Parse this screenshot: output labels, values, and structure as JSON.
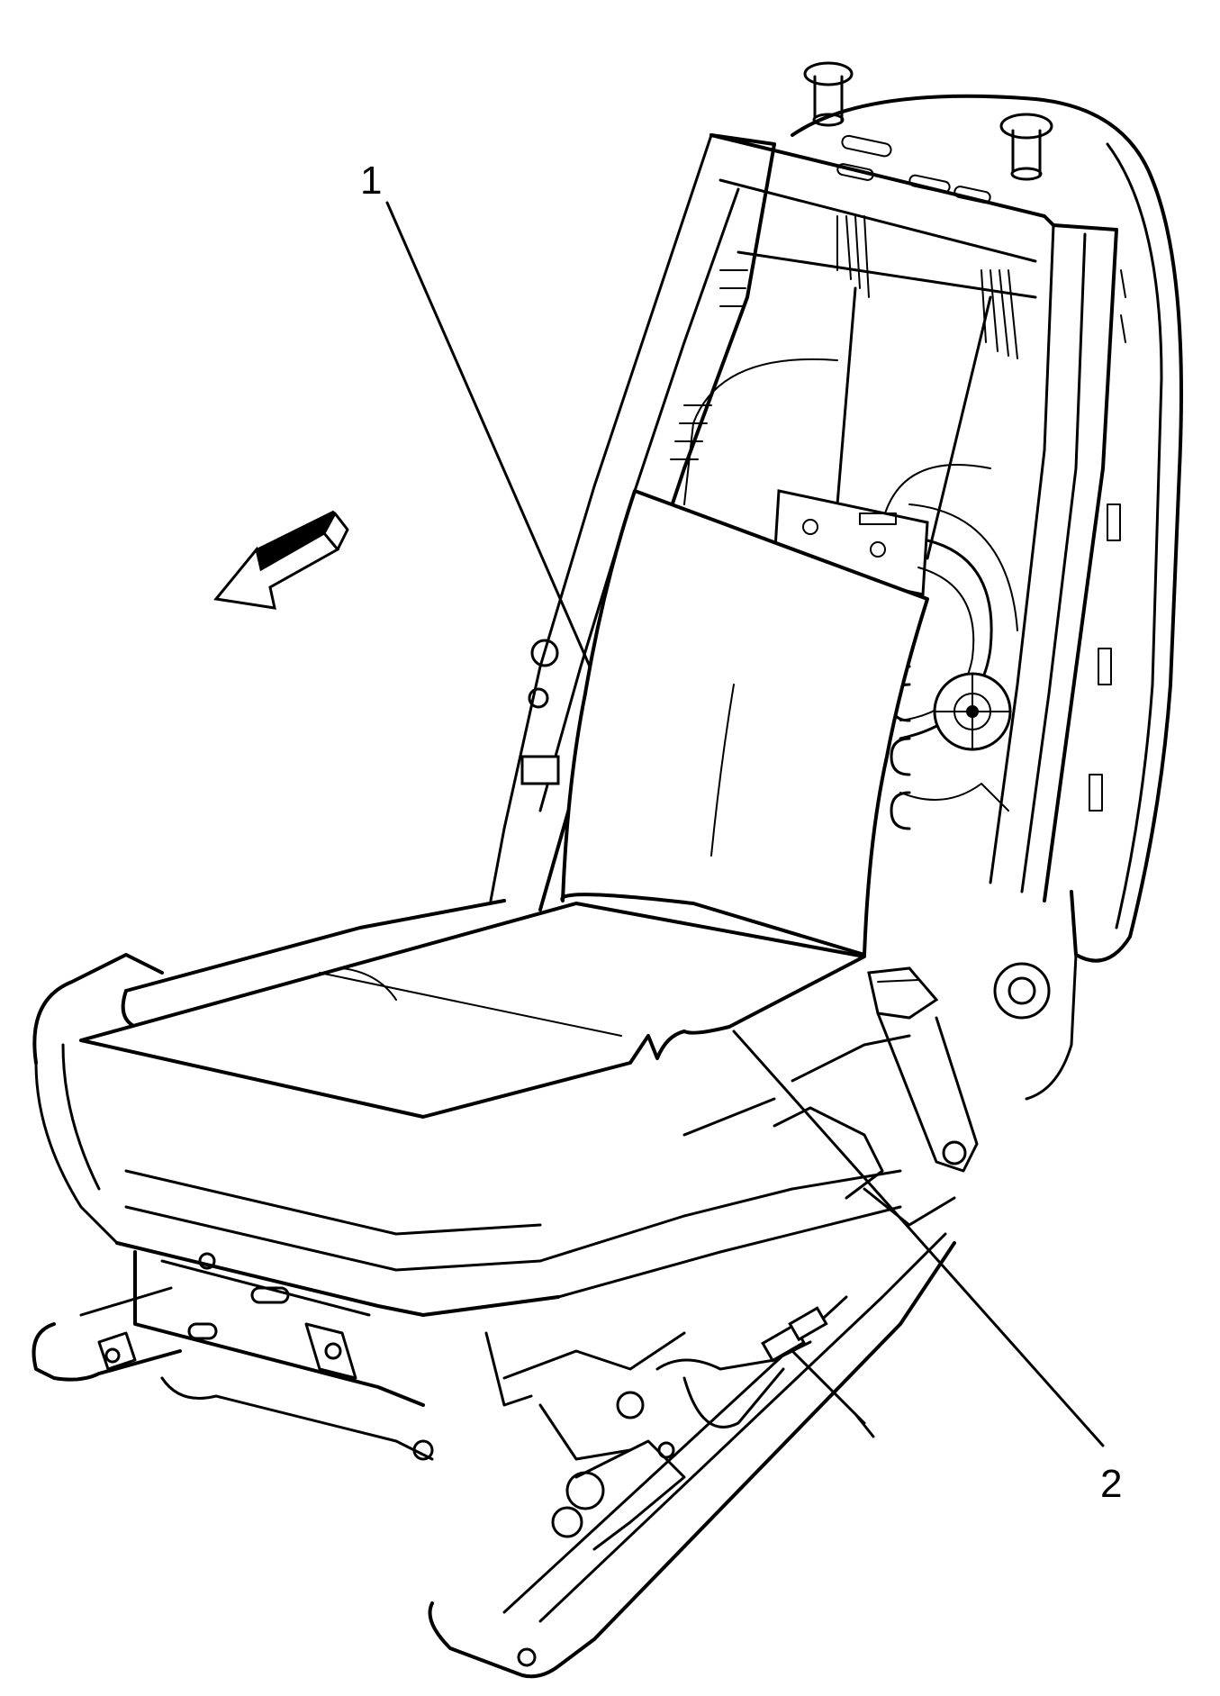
{
  "diagram": {
    "callouts": [
      {
        "id": "1",
        "label": "1"
      },
      {
        "id": "2",
        "label": "2"
      }
    ],
    "direction_arrow_icon": "arrow-forward-icon",
    "colors": {
      "line": "#000000",
      "background": "#ffffff"
    }
  }
}
